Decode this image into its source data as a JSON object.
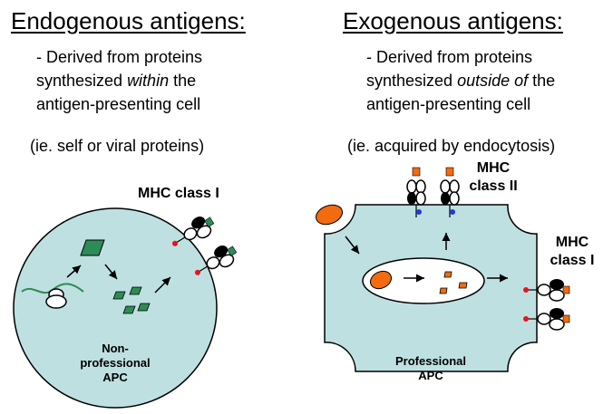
{
  "left": {
    "title": "Endogenous antigens:",
    "line1": "- Derived from proteins",
    "line2_prefix": "synthesized ",
    "line2_emph": "within",
    "line2_suffix": " the",
    "line3": "antigen-presenting cell",
    "example": "(ie. self or viral proteins)",
    "mhc_label": "MHC class I",
    "cell_label_1": "Non-",
    "cell_label_2": "professional",
    "cell_label_3": "APC"
  },
  "right": {
    "title": "Exogenous antigens:",
    "line1": "- Derived from proteins",
    "line2_prefix": "synthesized ",
    "line2_emph": "outside of",
    "line2_suffix": " the",
    "line3": "antigen-presenting cell",
    "example": "(ie. acquired by endocytosis)",
    "mhc2_label_1": "MHC",
    "mhc2_label_2": "class II",
    "mhc1_label_1": "MHC",
    "mhc1_label_2": "class I",
    "cell_label_1": "Professional",
    "cell_label_2": "APC"
  },
  "colors": {
    "cell_fill": "#bfe0e1",
    "green": "#2e8b57",
    "orange": "#f26b0f",
    "red": "#e8141c",
    "blue": "#1f3ed6"
  }
}
